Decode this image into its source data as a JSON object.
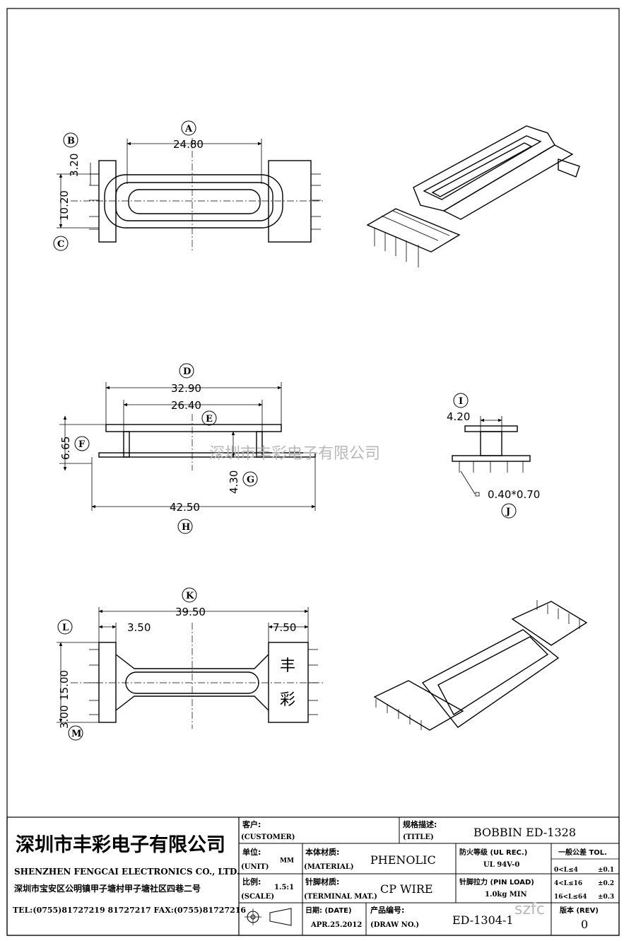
{
  "watermark": "深圳市丰彩电子有限公司",
  "watermark_bottom": "szfc",
  "dimensions": {
    "A": {
      "letter": "A",
      "value": "24.80"
    },
    "B": {
      "letter": "B",
      "value": "3.20"
    },
    "C": {
      "letter": "C",
      "value": "10.20"
    },
    "D": {
      "letter": "D",
      "value": "32.90"
    },
    "E": {
      "letter": "E",
      "value": "26.40"
    },
    "F": {
      "letter": "F",
      "value": "6.65"
    },
    "G": {
      "letter": "G",
      "value": "4.30"
    },
    "H": {
      "letter": "H",
      "value": "42.50"
    },
    "I": {
      "letter": "I",
      "value": "4.20"
    },
    "J": {
      "letter": "J",
      "value": "0.40*0.70"
    },
    "K": {
      "letter": "K",
      "value": "39.50"
    },
    "K2": {
      "value": "3.50"
    },
    "K3": {
      "value": "7.50"
    },
    "L": {
      "letter": "L",
      "value": "15.00"
    },
    "M": {
      "letter": "M",
      "value": "3.00"
    }
  },
  "bobbin_marks": {
    "top": "丰",
    "bottom": "彩"
  },
  "title_block": {
    "company_cn": "深圳市丰彩电子有限公司",
    "company_en": "SHENZHEN FENGCAI ELECTRONICS CO., LTD.",
    "address": "深圳市宝安区公明镇甲子塘村甲子塘社区四巷二号",
    "phone": "TEL:(0755)81727219  81727217   FAX:(0755)81727216",
    "customer_cn": "客户:",
    "customer_en": "(CUSTOMER)",
    "title_cn": "规格描述:",
    "title_en": "(TITLE)",
    "title_value": "BOBBIN ED-1328",
    "unit_cn": "单位:",
    "unit_en": "(UNIT)",
    "unit_value": "MM",
    "material_cn": "本体材质:",
    "material_en": "(MATERIAL)",
    "material_value": "PHENOLIC",
    "ul_label": "防火等级 (UL REC.)",
    "ul_value": "UL 94V-0",
    "tol_label": "一般公差 TOL.",
    "tol_rows": [
      {
        "range": "0<L≤4",
        "value": "±0.1"
      },
      {
        "range": "4<L≤16",
        "value": "±0.2"
      },
      {
        "range": "16<L≤64",
        "value": "±0.3"
      }
    ],
    "scale_cn": "比例:",
    "scale_en": "(SCALE)",
    "scale_value": "1.5:1",
    "terminal_cn": "针脚材质:",
    "terminal_en": "(TERMINAL MAT.)",
    "terminal_value": "CP WIRE",
    "pinload_label": "针脚拉力 (PIN LOAD)",
    "pinload_value": "1.0kg MIN",
    "date_label": "日期: (DATE)",
    "date_value": "APR.25.2012",
    "drawno_cn": "产品编号:",
    "drawno_en": "(DRAW NO.)",
    "drawno_value": "ED-1304-1",
    "rev_label": "版本 (REV)",
    "rev_value": "0"
  }
}
